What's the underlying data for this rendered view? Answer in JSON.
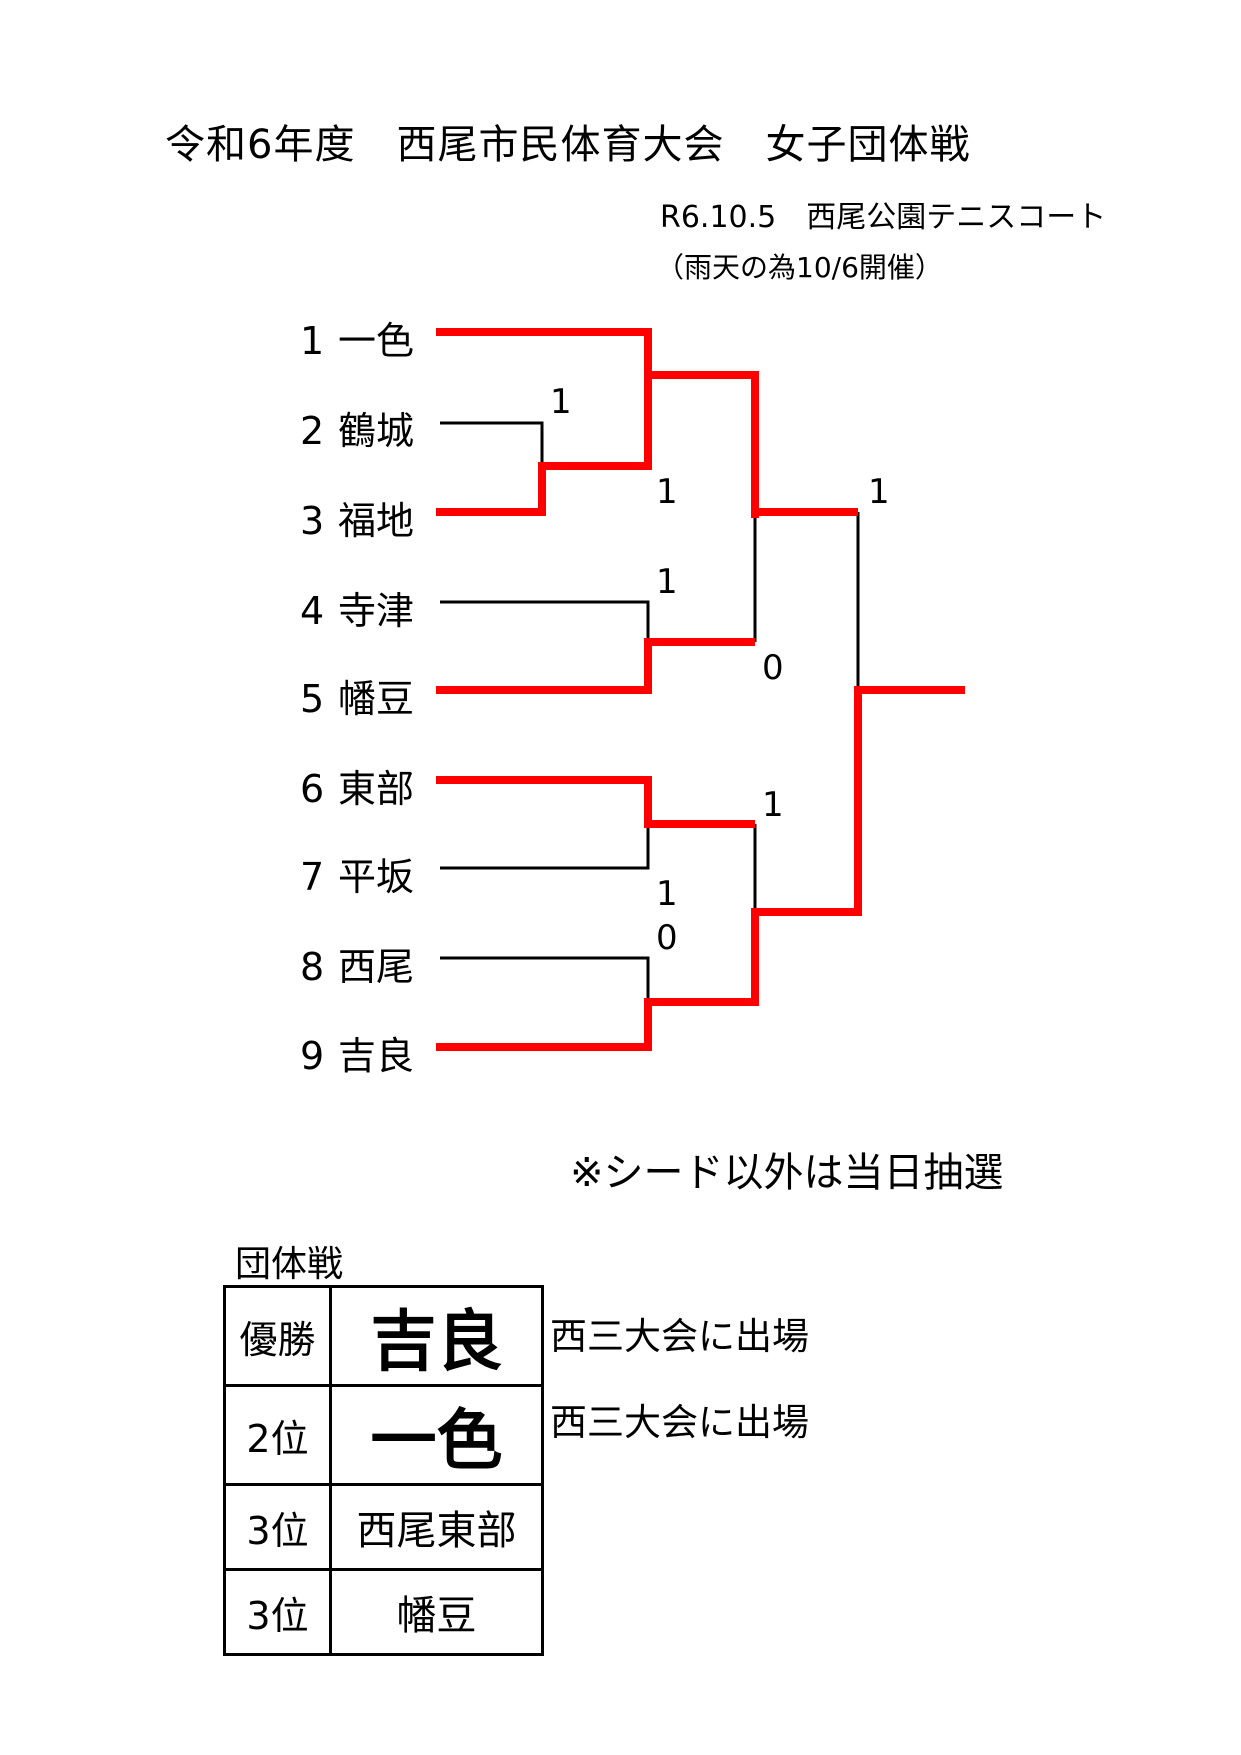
{
  "header": {
    "title": "令和6年度　西尾市民体育大会　女子団体戦",
    "date_venue": "R6.10.5　西尾公園テニスコート",
    "rain_note": "（雨天の為10/6開催）"
  },
  "bracket": {
    "teams": [
      {
        "num": "1",
        "name": "一色"
      },
      {
        "num": "2",
        "name": "鶴城"
      },
      {
        "num": "3",
        "name": "福地"
      },
      {
        "num": "4",
        "name": "寺津"
      },
      {
        "num": "5",
        "name": "幡豆"
      },
      {
        "num": "6",
        "name": "東部"
      },
      {
        "num": "7",
        "name": "平坂"
      },
      {
        "num": "8",
        "name": "西尾"
      },
      {
        "num": "9",
        "name": "吉良"
      }
    ],
    "scores": [
      "1",
      "1",
      "1",
      "0",
      "1",
      "1",
      "0",
      "1"
    ],
    "colors": {
      "winner_line": "#ff0000",
      "loser_line": "#000000"
    }
  },
  "draw_note": "※シード以外は当日抽選",
  "results": {
    "caption": "団体戦",
    "rows": [
      {
        "rank": "優勝",
        "team": "吉良",
        "note": "西三大会に出場"
      },
      {
        "rank": "2位",
        "team": "一色",
        "note": "西三大会に出場"
      },
      {
        "rank": "3位",
        "team": "西尾東部",
        "note": ""
      },
      {
        "rank": "3位",
        "team": "幡豆",
        "note": ""
      }
    ]
  }
}
